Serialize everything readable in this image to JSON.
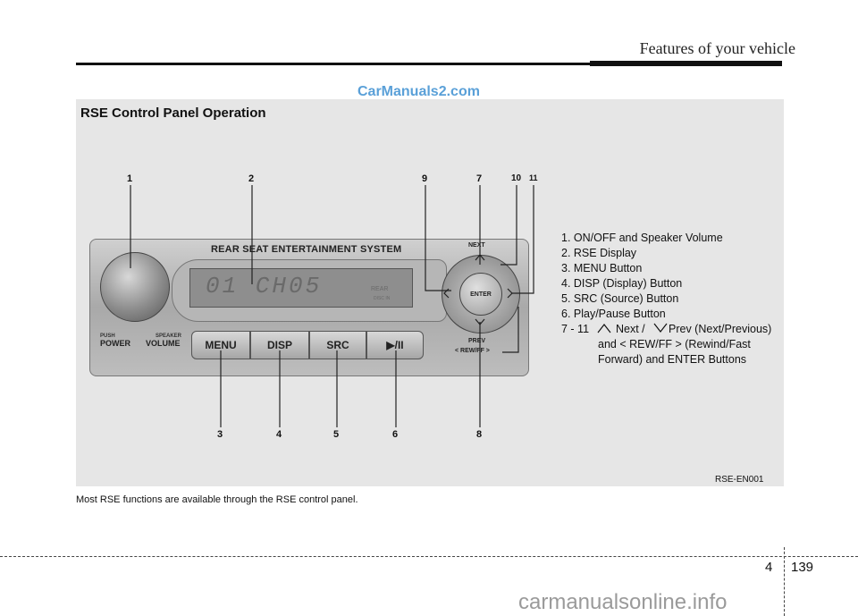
{
  "header": {
    "section_title": "Features of your vehicle"
  },
  "watermark_top": "CarManuals2.com",
  "figure": {
    "heading": "RSE Control Panel Operation",
    "code": "RSE-EN001",
    "panel": {
      "title": "REAR SEAT ENTERTAINMENT SYSTEM",
      "push": "PUSH",
      "power": "POWER",
      "speaker": "SPEAKER",
      "volume": "VOLUME",
      "display_text": "01 CH05",
      "display_rear": "REAR",
      "display_disc": "DISC IN",
      "buttons": {
        "menu": "MENU",
        "disp": "DISP",
        "src": "SRC",
        "play": "▶/II"
      },
      "next": "NEXT",
      "prev": "PREV",
      "enter": "ENTER",
      "rewff": "< REW/FF >"
    },
    "callouts": {
      "c1": "1",
      "c2": "2",
      "c3": "3",
      "c4": "4",
      "c5": "5",
      "c6": "6",
      "c7": "7",
      "c8": "8",
      "c9": "9",
      "c10": "10",
      "c11": "11"
    },
    "legend": {
      "l1": "1. ON/OFF and Speaker Volume",
      "l2": "2. RSE Display",
      "l3": "3. MENU Button",
      "l4": "4. DISP (Display) Button",
      "l5": "5. SRC (Source) Button",
      "l6": "6. Play/Pause Button",
      "l7_prefix": "7 - 11",
      "l7_next": "Next /",
      "l7_prev": "Prev (Next/Previous)",
      "l7_line2": "and  < REW/FF > (Rewind/Fast",
      "l7_line3": "Forward) and ENTER Buttons"
    }
  },
  "body_text": "Most RSE functions are available through the RSE control panel.",
  "footer": {
    "chapter": "4",
    "page": "139"
  },
  "watermark_bottom": "carmanualsonline.info"
}
